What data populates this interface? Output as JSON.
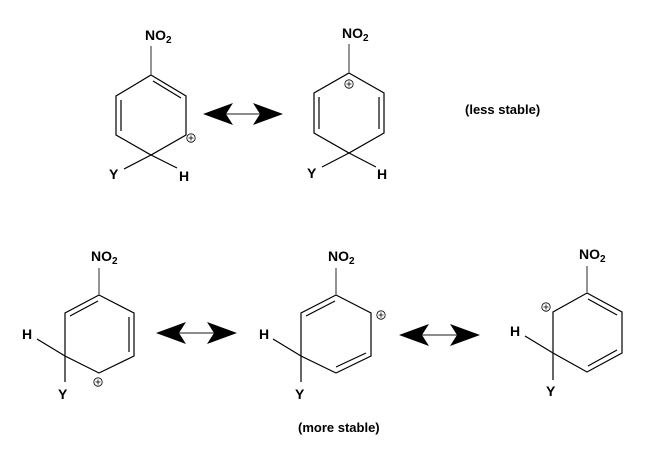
{
  "labels": {
    "less_stable": "(less stable)",
    "more_stable": "(more stable)"
  },
  "atoms": {
    "nitro_main": "NO",
    "nitro_sub": "2",
    "y": "Y",
    "h": "H",
    "plus": "+"
  },
  "colors": {
    "bond": "#000000",
    "arrow": "#000000"
  }
}
